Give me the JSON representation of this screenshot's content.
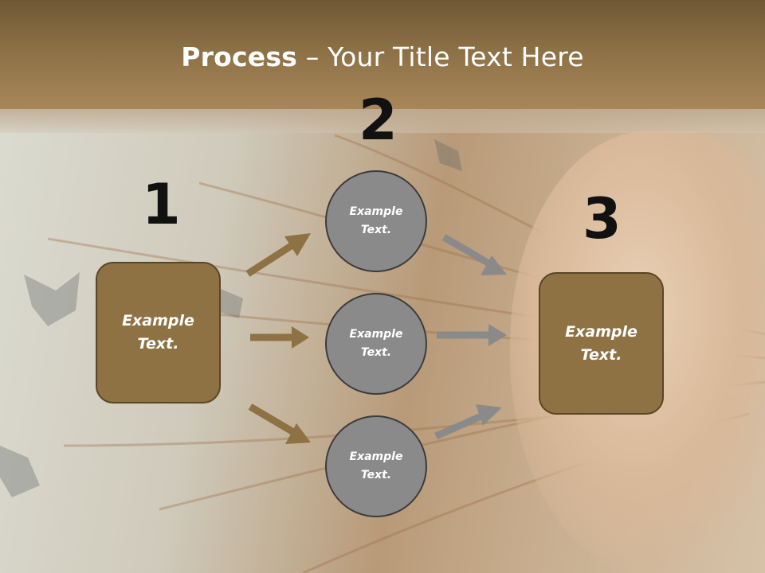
{
  "title": {
    "bold": "Process",
    "rest": " – Your Title Text Here"
  },
  "steps": [
    {
      "number": "1",
      "text": [
        "Example",
        "Text."
      ]
    },
    {
      "number": "2",
      "items": [
        {
          "text": [
            "Example",
            "Text."
          ]
        },
        {
          "text": [
            "Example",
            "Text."
          ]
        },
        {
          "text": [
            "Example",
            "Text."
          ]
        }
      ]
    },
    {
      "number": "3",
      "text": [
        "Example",
        "Text."
      ]
    }
  ],
  "colors": {
    "header": "#8c7045",
    "box": "#8e7244",
    "circle": "#8a8a8a",
    "arrow_in": "#8e7244",
    "arrow_out": "#8a8a8a"
  }
}
